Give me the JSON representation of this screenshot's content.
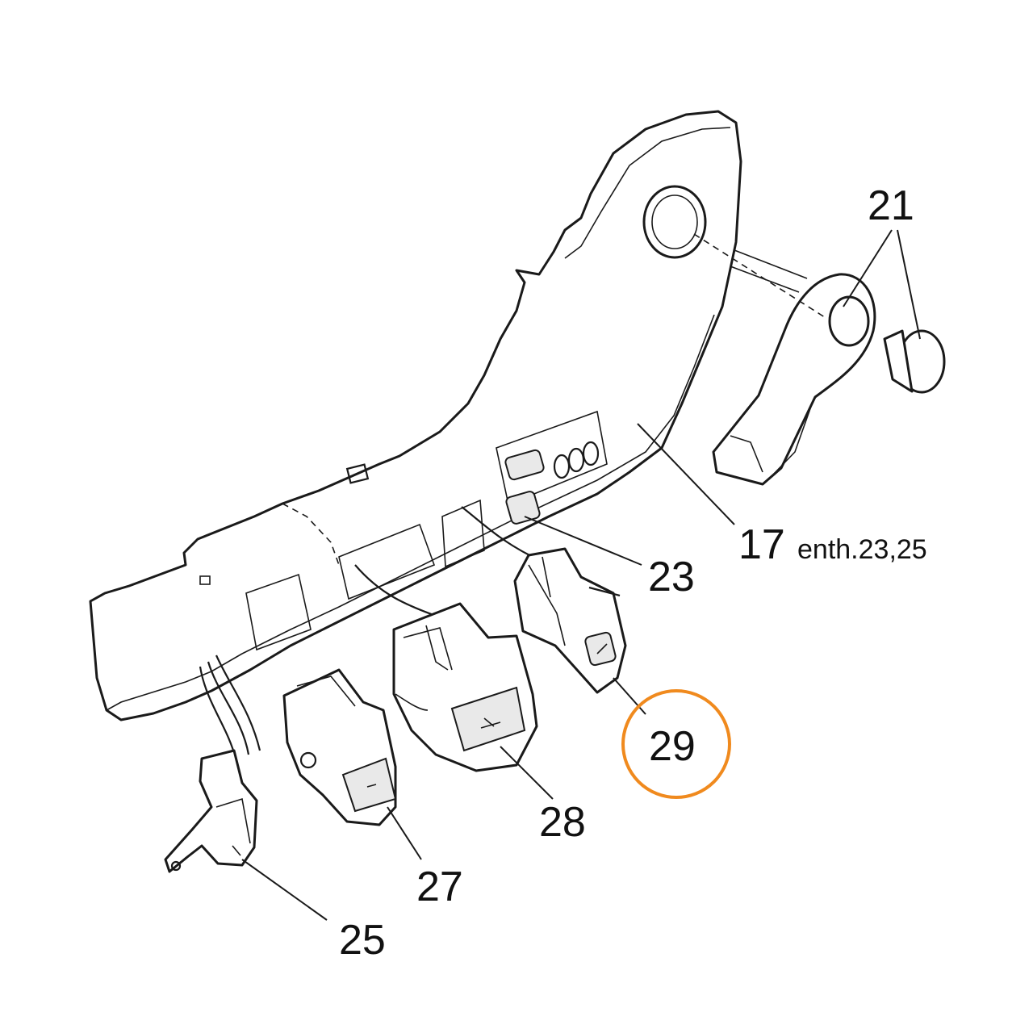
{
  "callouts": {
    "c21": "21",
    "c17": "17",
    "c17_note": "enth.23,25",
    "c23": "23",
    "c29": "29",
    "c28": "28",
    "c27": "27",
    "c25": "25"
  },
  "highlight": {
    "part": "29",
    "color": "#F08A1E"
  }
}
